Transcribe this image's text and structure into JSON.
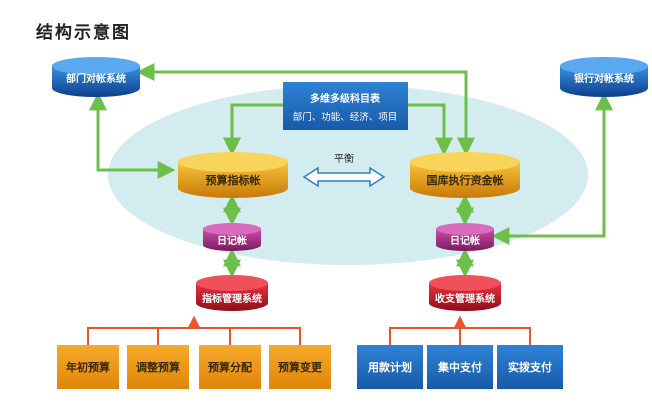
{
  "title": "结构示意图",
  "nodes": {
    "dept_recon": "部门对帐系统",
    "bank_recon": "银行对帐系统",
    "multi_dim_title": "多维多级科目表",
    "multi_dim_sub": "部门、功能、经济、项目",
    "budget_index": "预算指标帐",
    "treasury_funds": "国库执行资金帐",
    "balance": "平衡",
    "journal_left": "日记帐",
    "journal_right": "日记帐",
    "index_mgmt": "指标管理系统",
    "revenue_mgmt": "收支管理系统",
    "annual_budget": "年初预算",
    "adjust_budget": "调整预算",
    "budget_alloc": "预算分配",
    "budget_change": "预算变更",
    "payment_plan": "用款计划",
    "central_pay": "集中支付",
    "allot_pay": "实拨支付"
  },
  "colors": {
    "arrow_green": "#6cc04a",
    "arrow_red": "#e8552a",
    "ellipse": "#d3ecf0",
    "blue_box": "#1f6fc4",
    "orange_box": "#f19a13"
  }
}
